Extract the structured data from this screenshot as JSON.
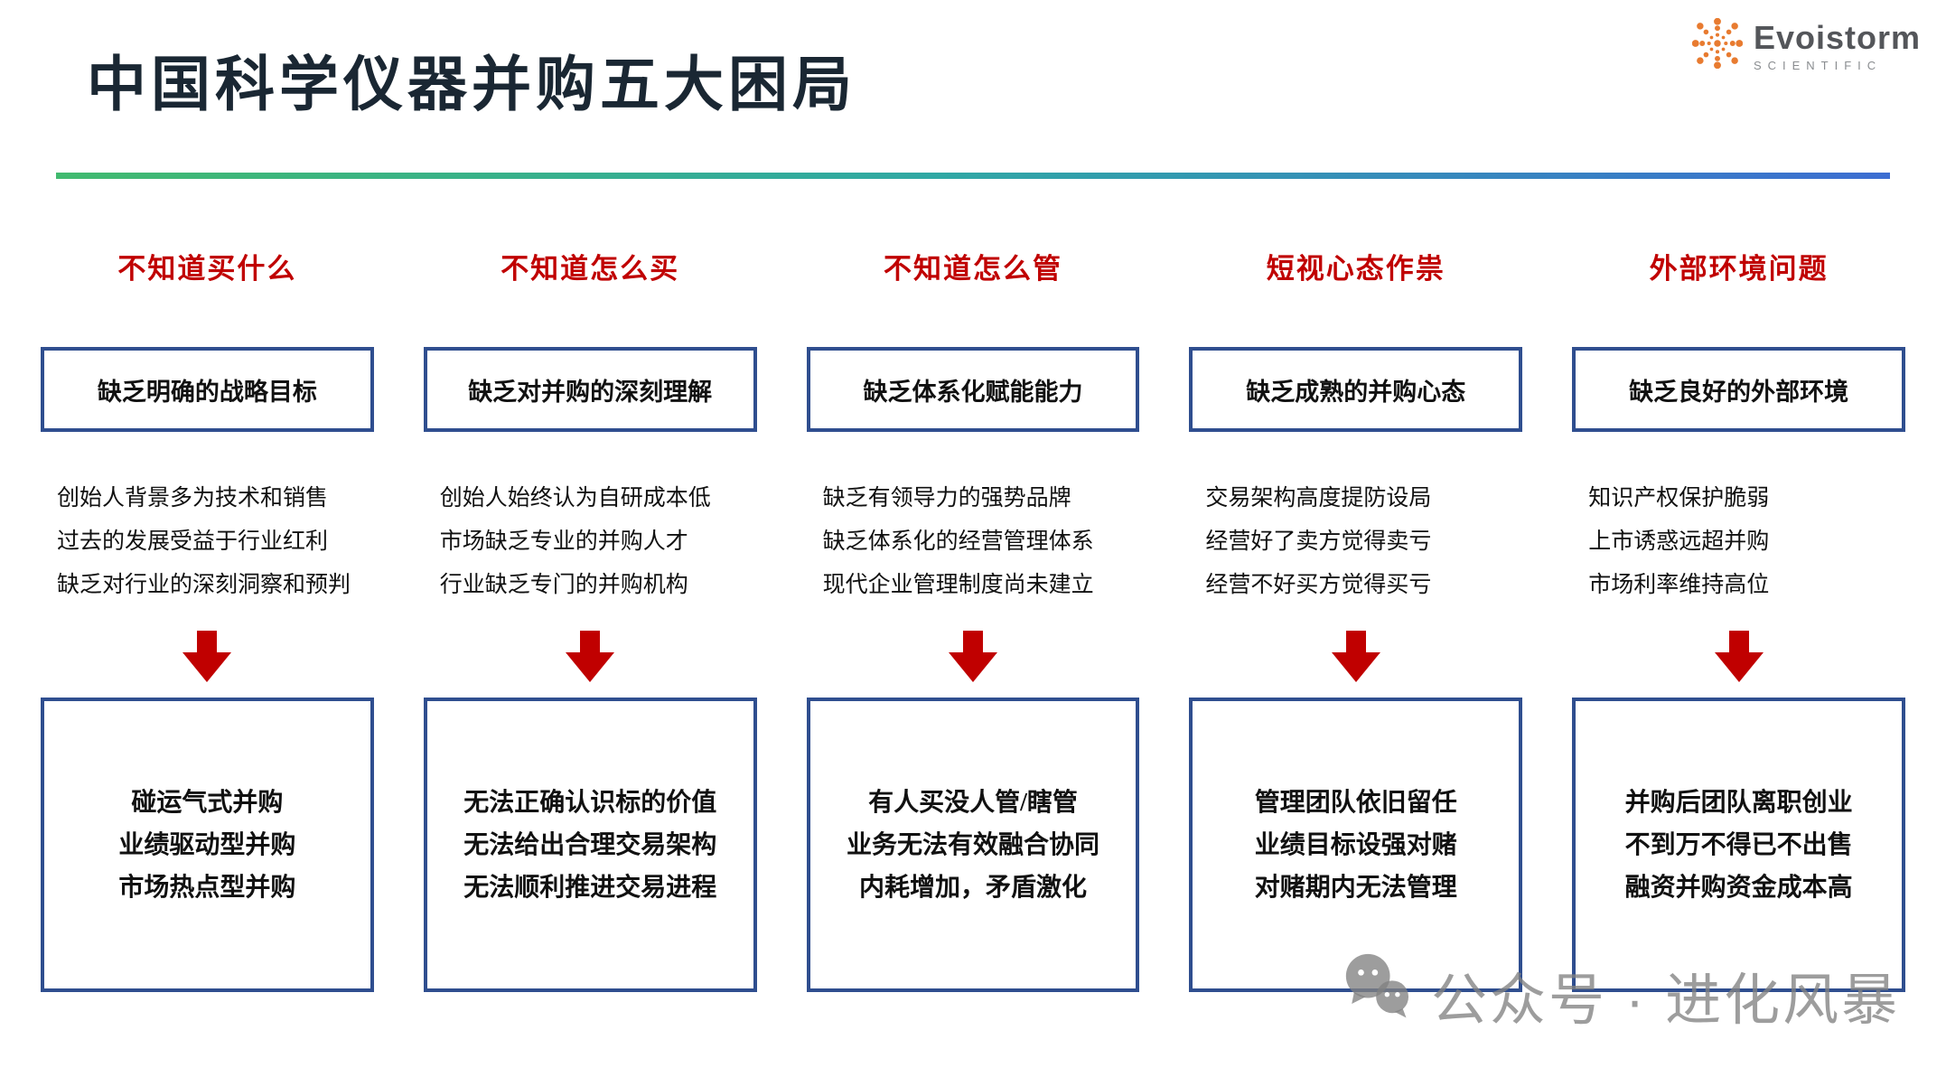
{
  "slide": {
    "title": "中国科学仪器并购五大困局",
    "logo": {
      "brand": "Evoistorm",
      "subtitle": "SCIENTIFIC"
    },
    "watermark": {
      "text": "公众号 · 进化风暴"
    },
    "colors": {
      "title_text": "#1a2733",
      "header_red": "#c00000",
      "arrow_red": "#c00000",
      "box_border_blue": "#2f4e8f",
      "underline_gradient_left_green": "#41ba6f",
      "underline_gradient_right_blue": "#3c6dd2",
      "logo_orange": "#e87b30",
      "watermark_gray": "#828282"
    },
    "columns": [
      {
        "header": "不知道买什么",
        "cause": "缺乏明确的战略目标",
        "details": [
          "创始人背景多为技术和销售",
          "过去的发展受益于行业红利",
          "缺乏对行业的深刻洞察和预判"
        ],
        "results": [
          "碰运气式并购",
          "业绩驱动型并购",
          "市场热点型并购"
        ]
      },
      {
        "header": "不知道怎么买",
        "cause": "缺乏对并购的深刻理解",
        "details": [
          "创始人始终认为自研成本低",
          "市场缺乏专业的并购人才",
          "行业缺乏专门的并购机构"
        ],
        "results": [
          "无法正确认识标的价值",
          "无法给出合理交易架构",
          "无法顺利推进交易进程"
        ]
      },
      {
        "header": "不知道怎么管",
        "cause": "缺乏体系化赋能能力",
        "details": [
          "缺乏有领导力的强势品牌",
          "缺乏体系化的经营管理体系",
          "现代企业管理制度尚未建立"
        ],
        "results": [
          "有人买没人管/瞎管",
          "业务无法有效融合协同",
          "内耗增加，矛盾激化"
        ]
      },
      {
        "header": "短视心态作祟",
        "cause": "缺乏成熟的并购心态",
        "details": [
          "交易架构高度提防设局",
          "经营好了卖方觉得卖亏",
          "经营不好买方觉得买亏"
        ],
        "results": [
          "管理团队依旧留任",
          "业绩目标设强对赌",
          "对赌期内无法管理"
        ]
      },
      {
        "header": "外部环境问题",
        "cause": "缺乏良好的外部环境",
        "details": [
          "知识产权保护脆弱",
          "上市诱惑远超并购",
          "市场利率维持高位"
        ],
        "results": [
          "并购后团队离职创业",
          "不到万不得已不出售",
          "融资并购资金成本高"
        ]
      }
    ]
  }
}
